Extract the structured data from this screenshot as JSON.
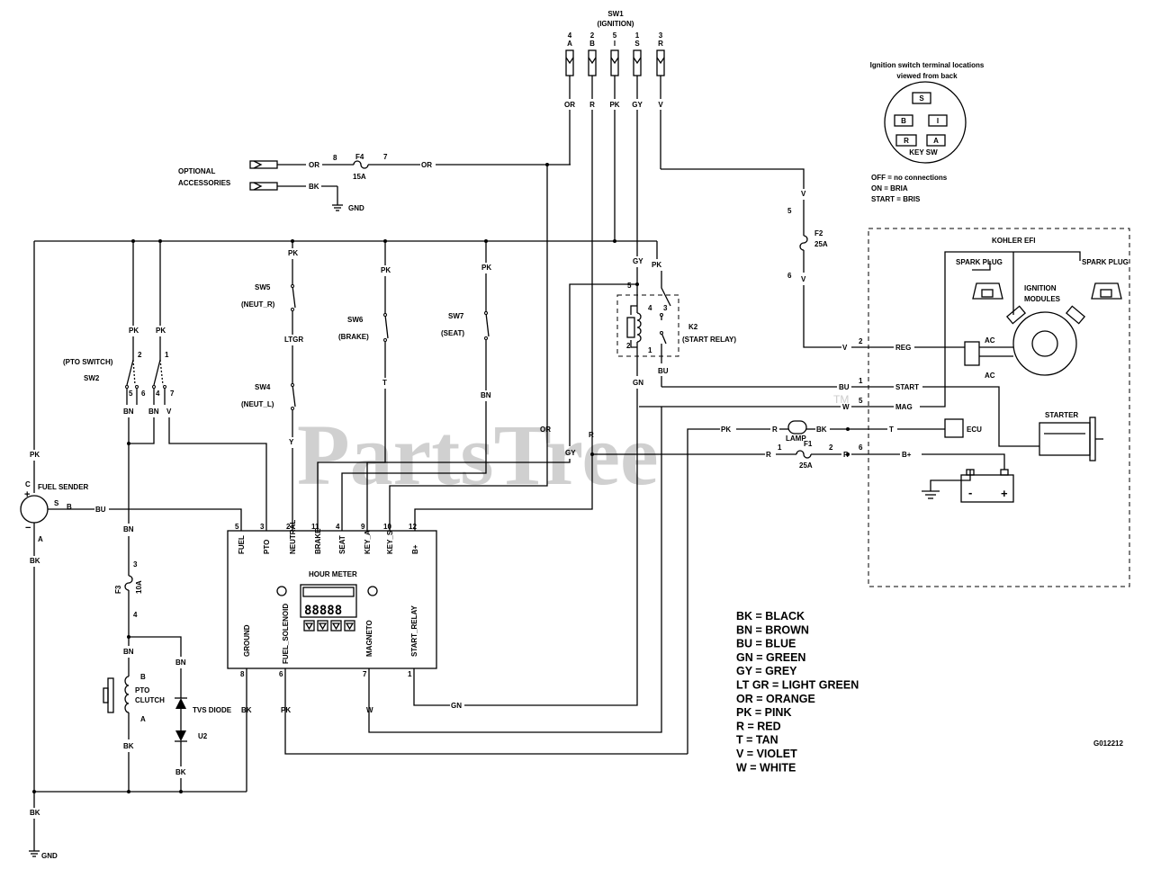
{
  "sw1": {
    "title": "SW1",
    "subtitle": "(IGNITION)",
    "pins": [
      "4",
      "A",
      "2",
      "B",
      "5",
      "I",
      "1",
      "S",
      "3",
      "R"
    ],
    "wires": [
      "OR",
      "R",
      "PK",
      "GY",
      "V"
    ]
  },
  "ign_sw": {
    "title1": "Ignition switch terminal locations",
    "title2": "viewed from back",
    "terms": [
      "S",
      "B",
      "I",
      "R",
      "A"
    ],
    "key": "KEY SW",
    "states": [
      "OFF = no connections",
      "ON = BRIA",
      "START = BRIS"
    ]
  },
  "accessories": {
    "label1": "OPTIONAL",
    "label2": "ACCESSORIES",
    "wire_or": "OR",
    "n8": "8",
    "fuse": "F4",
    "rating": "15A",
    "n7": "7",
    "wire_or2": "OR",
    "wire_bk": "BK",
    "gnd": "GND"
  },
  "f2": {
    "v1": "V",
    "n5": "5",
    "fuse": "F2",
    "rating": "25A",
    "n6": "6",
    "v2": "V"
  },
  "kohler": {
    "title": "KOHLER EFI",
    "spark1": "SPARK PLUG",
    "spark2": "SPARK PLUG",
    "ign1": "IGNITION",
    "ign2": "MODULES",
    "ac1": "AC",
    "ac2": "AC",
    "reg": "REG",
    "start": "START",
    "mag": "MAG",
    "starter": "STARTER",
    "t": "T",
    "ecu": "ECU",
    "bplus": "B+"
  },
  "k2": {
    "name": "K2",
    "desc": "(START RELAY)",
    "pins": [
      "5",
      "4",
      "3",
      "2",
      "1"
    ],
    "gy": "GY",
    "pk": "PK",
    "bu": "BU",
    "gn": "GN"
  },
  "switches": {
    "sw5": "SW5",
    "sw5d": "(NEUT_R)",
    "ltgr": "LTGR",
    "sw4": "SW4",
    "sw4d": "(NEUT_L)",
    "sw6": "SW6",
    "sw6d": "(BRAKE)",
    "sw7": "SW7",
    "sw7d": "(SEAT)",
    "pto": "(PTO SWITCH)",
    "sw2": "SW2",
    "pk": "PK",
    "t": "T",
    "y": "Y",
    "bn": "BN",
    "v": "V"
  },
  "relay_wires": {
    "bu1": "BU",
    "n1": "1",
    "w": "W",
    "n5": "5",
    "v": "V",
    "n2": "2",
    "pk": "PK",
    "r1": "R",
    "lamp": "LAMP",
    "bk": "BK",
    "r2": "R",
    "n1b": "1",
    "f1": "F1",
    "f1r": "25A",
    "n2b": "2",
    "r3": "R",
    "n6": "6"
  },
  "meter": {
    "title": "HOUR METER",
    "top_labels": [
      "FUEL",
      "PTO",
      "NEUTRAL",
      "BRAKE",
      "SEAT",
      "KEY_A",
      "KEY_S",
      "B+"
    ],
    "top_pins": [
      "5",
      "3",
      "2",
      "11",
      "4",
      "9",
      "10",
      "12"
    ],
    "bottom_labels": [
      "GROUND",
      "FUEL_SOLENOID",
      "MAGNETO",
      "START_RELAY"
    ],
    "bottom_pins": [
      "8",
      "6",
      "7",
      "1"
    ],
    "display": "88888",
    "or": "OR",
    "gy": "GY",
    "r": "R"
  },
  "fuel": {
    "title": "FUEL SENDER",
    "c": "C",
    "plus": "+",
    "minus": "−",
    "s": "S",
    "b": "B",
    "bu": "BU",
    "a": "A",
    "bk": "BK",
    "pk": "PK"
  },
  "f3": {
    "n3": "3",
    "fuse": "F3",
    "rating": "10A",
    "n4": "4",
    "bn1": "BN",
    "bn2": "BN"
  },
  "clutch": {
    "b": "B",
    "name1": "PTO",
    "name2": "CLUTCH",
    "a": "A",
    "bk": "BK"
  },
  "diode": {
    "bn": "BN",
    "name": "TVS DIODE",
    "u2": "U2",
    "bk": "BK",
    "bk2": "BK",
    "pk": "PK",
    "w": "W",
    "gn": "GN"
  },
  "gnd": {
    "bk": "BK",
    "label": "GND"
  },
  "legend": [
    "BK = BLACK",
    "BN = BROWN",
    "BU = BLUE",
    "GN = GREEN",
    "GY = GREY",
    "LT GR = LIGHT GREEN",
    "OR = ORANGE",
    "PK = PINK",
    "R = RED",
    "T = TAN",
    "V = VIOLET",
    "W = WHITE"
  ],
  "code": "G012212",
  "watermark": {
    "text": "PartsTree",
    "tm": "TM"
  }
}
